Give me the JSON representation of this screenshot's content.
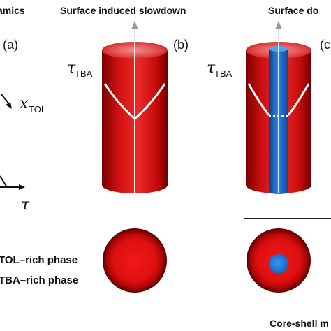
{
  "section_titles": {
    "left": "amics",
    "middle": "Surface induced slowdown",
    "right": "Surface do"
  },
  "panel_labels": {
    "a": "(a)",
    "b": "(b)",
    "c": "(c"
  },
  "axis_labels": {
    "tau_symbol": "τ",
    "tau_subscript": "TBA",
    "x_symbol": "x",
    "x_subscript": "TOL"
  },
  "phase_labels": {
    "tol": "TOL–rich phase",
    "tba": "TBA–rich phase"
  },
  "bottom_caption": "Core-shell m",
  "colors": {
    "red": "#d51515",
    "red_dark": "#8a0000",
    "red_light": "#f07070",
    "blue": "#1a6fd0",
    "blue_dark": "#0a3f88"
  }
}
